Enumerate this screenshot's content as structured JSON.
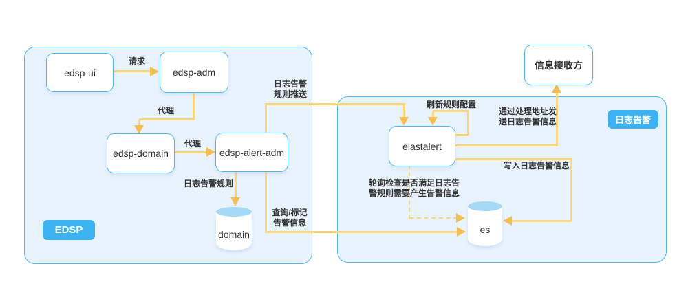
{
  "edsp_group": {
    "badge": "EDSP"
  },
  "alert_group": {
    "badge": "日志告警"
  },
  "nodes": {
    "edsp_ui": {
      "label": "edsp-ui"
    },
    "edsp_adm": {
      "label": "edsp-adm"
    },
    "edsp_domain": {
      "label": "edsp-domain"
    },
    "edsp_alert_adm": {
      "label": "edsp-alert-adm"
    },
    "elastalert": {
      "label": "elastalert"
    },
    "receiver": {
      "label": "信息接收方"
    },
    "domain_db": {
      "label": "domain"
    },
    "es_db": {
      "label": "es"
    }
  },
  "edge_labels": {
    "request": "请求",
    "proxy_adm_domain": "代理",
    "proxy_domain_alert": "代理",
    "log_alert_rule": "日志告警规则",
    "rule_push": "日志告警\n规则推送",
    "query_mark": "查询/标记\n告警信息",
    "refresh_rules": "刷新规则配置",
    "send_via_handler": "通过处理地址发\n送日志告警信息",
    "write_alert_info": "写入日志告警信息",
    "poll_check": "轮询检查是否满足日志告\n警规则需要产生告警信息"
  },
  "colors": {
    "border_blue": "#4bb9f2",
    "container_fill": "#e9f3fd",
    "badge_fill": "#3db2f0",
    "arrow": "#fad57c",
    "arrowhead": "#f5be52",
    "text": "#333333",
    "cylinder_top": "#a5d9f6"
  }
}
